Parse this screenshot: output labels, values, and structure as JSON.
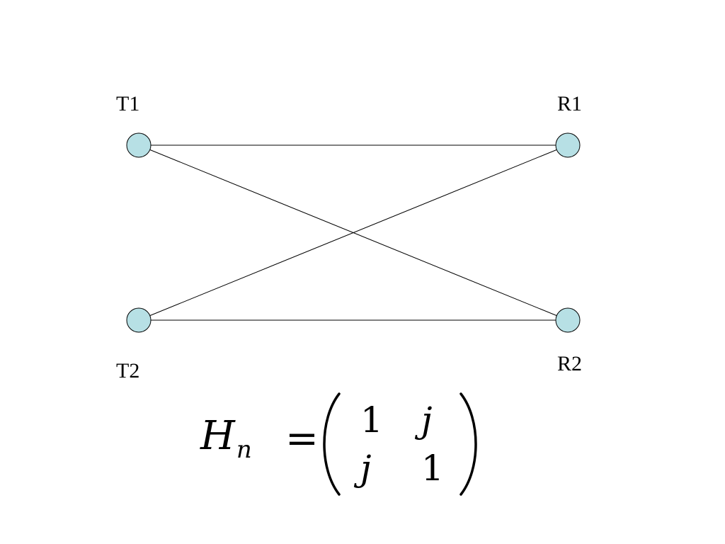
{
  "colors": {
    "node_fill": "#b7e0e5",
    "node_stroke": "#000000",
    "edge_stroke": "#000000",
    "background": "#ffffff"
  },
  "nodes": {
    "t1": {
      "label": "T1"
    },
    "t2": {
      "label": "T2"
    },
    "r1": {
      "label": "R1"
    },
    "r2": {
      "label": "R2"
    }
  },
  "edges": [
    {
      "from": "T1",
      "to": "R1"
    },
    {
      "from": "T1",
      "to": "R2"
    },
    {
      "from": "T2",
      "to": "R1"
    },
    {
      "from": "T2",
      "to": "R2"
    }
  ],
  "equation": {
    "lhs_symbol": "H",
    "lhs_subscript": "n",
    "equals": "=",
    "matrix": [
      [
        "1",
        "j"
      ],
      [
        "j",
        "1"
      ]
    ]
  }
}
